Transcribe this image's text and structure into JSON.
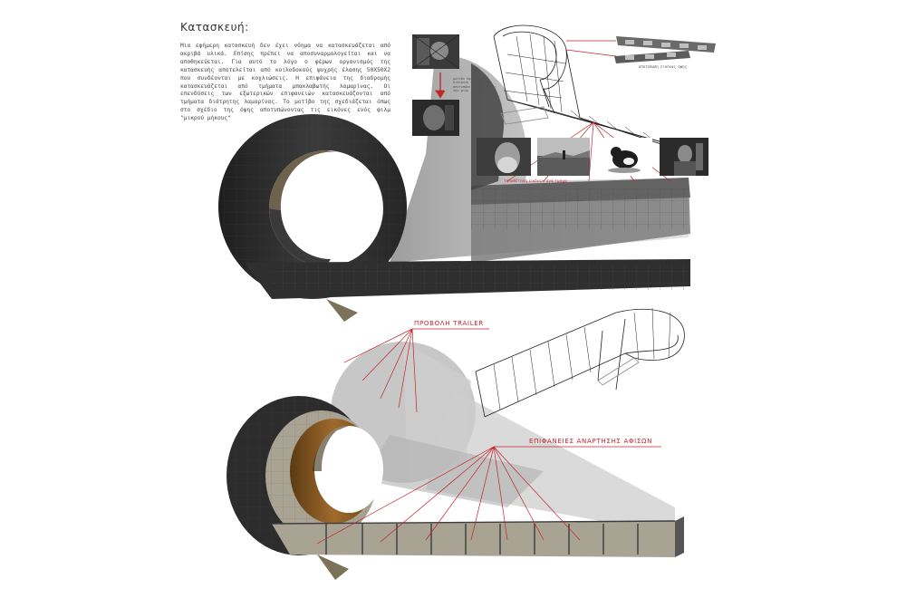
{
  "heading": "Κατασκευή:",
  "description": "Μια εφήμερη κατασκευή δεν έχει νόημα να κατασκευάζεται από ακριβά υλικά. Επίσης πρέπει να αποσυναρμολογείται και να αποθηκεύεται. Για αυτό το λόγο ο φέρων οργανισμός της κατασκευής αποτελείται από κοιλοδοκούς ψυχρής έλασης 50Χ50Χ2 που συνδέονται με κοχλιώσεις. Η επιφάνεια της διαδρομής κατασκευάζεται από τμήματα μπακλαβωτής λαμαρίνας. Οι επενδύσεις των εξωτερικών επιφανειών κατασκευάζονται από τμήματα διάτρητης λαμαρίνας. Το μοτίβο της σχεδιάζεται όπως στο σχέδιο της όψης αποτυπώνοντας τις εικόνες ενός φιλμ \"μικρού μήκους\"",
  "labels": {
    "trailer": "ΠΡΟΒΟΛΗ TRAILER",
    "posters": "ΕΠΙΦΑΝΕΙΕΣ ΑΝΑΡΤΗΣΗΣ ΑΦΙΣΩΝ",
    "film_strip_caption": "αποτύπωση εικόνας όψης",
    "small_note": "μοτίβο όψης: η διάτρητη επιφάνεια αποτυπώνει τις εικόνες του φιλμ",
    "small_caption": "τοποθέτηση εικόνων ανά τμήμα"
  },
  "colors": {
    "annotation_red": "#c0242b",
    "dark_shell": "#2e2e2e",
    "shadow": "#9a9a9a",
    "tread_plate": "#a9a393",
    "copper_inner": "#8f5f28"
  }
}
